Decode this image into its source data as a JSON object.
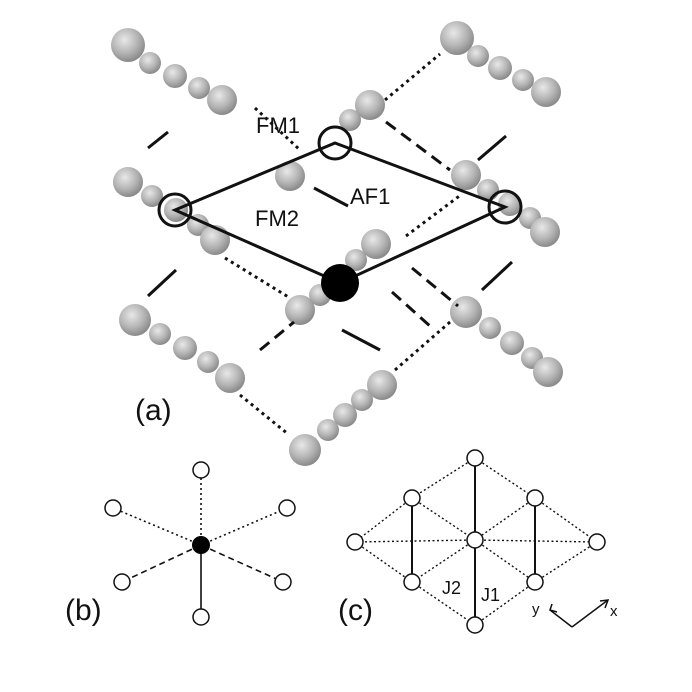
{
  "figure": {
    "panel_a": {
      "label": "(a)",
      "bond_labels": {
        "fm1": "FM1",
        "fm2": "FM2",
        "af1": "AF1"
      }
    },
    "panel_b": {
      "label": "(b)"
    },
    "panel_c": {
      "label": "(c)",
      "exchange_labels": {
        "j1": "J1",
        "j2": "J2"
      },
      "axes": {
        "x": "x",
        "y": "y"
      }
    }
  },
  "colors": {
    "atom_gray": "#b4b4b4",
    "atom_gray_dark": "#8e8e8e",
    "central_atom": "#000000",
    "line": "#111111"
  }
}
